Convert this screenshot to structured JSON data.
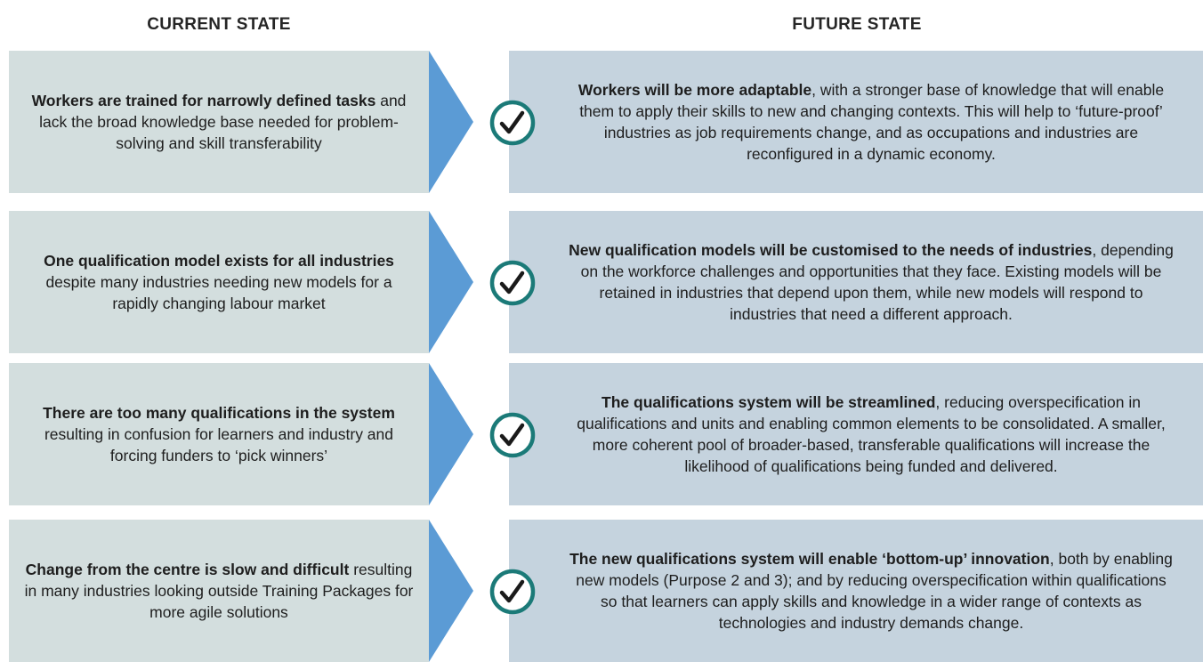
{
  "headers": {
    "current": "CURRENT STATE",
    "future": "FUTURE STATE"
  },
  "colors": {
    "current_box": "#d3dede",
    "future_box": "#c5d3de",
    "arrow": "#5b9bd5",
    "check_ring": "#1b7a78"
  },
  "icons": {
    "arrow": "chevron-arrow-icon",
    "check": "checkmark-circle-icon"
  },
  "rows": [
    {
      "current_bold": "Workers are trained for narrowly defined tasks",
      "current_rest": "and lack the broad knowledge base needed for problem-solving and skill transferability",
      "future_bold": "Workers will be more adaptable",
      "future_rest": ", with a stronger base of knowledge that will enable them to apply their skills to new and changing contexts. This will help to ‘future-proof’ industries as job requirements change, and as occupations and industries are reconfigured in a dynamic economy."
    },
    {
      "current_bold": "One qualification model exists for all industries",
      "current_rest": "despite many industries needing new models for a rapidly changing labour market",
      "future_bold": "New qualification models will be customised to the needs of industries",
      "future_rest": ", depending on the workforce challenges and opportunities that they face. Existing models will be retained in industries that depend upon them, while new models will respond to industries that need a different approach."
    },
    {
      "current_bold": "There are too many qualifications in the system",
      "current_rest": "resulting in confusion for learners and industry and forcing funders to ‘pick winners’",
      "future_bold": "The qualifications system will be streamlined",
      "future_rest": ", reducing overspecification in qualifications and units and enabling common elements to be consolidated. A smaller, more coherent pool of broader-based, transferable qualifications will increase the likelihood of qualifications being funded and delivered."
    },
    {
      "current_bold": "Change from the centre is slow and difficult",
      "current_rest": "resulting in many industries looking outside Training Packages for more agile solutions",
      "future_bold": "The new qualifications system will enable ‘bottom-up’ innovation",
      "future_rest": ", both by enabling new models (Purpose 2 and 3); and by reducing overspecification within qualifications so that learners can apply skills and knowledge in a wider range of contexts as technologies and industry demands change."
    }
  ]
}
